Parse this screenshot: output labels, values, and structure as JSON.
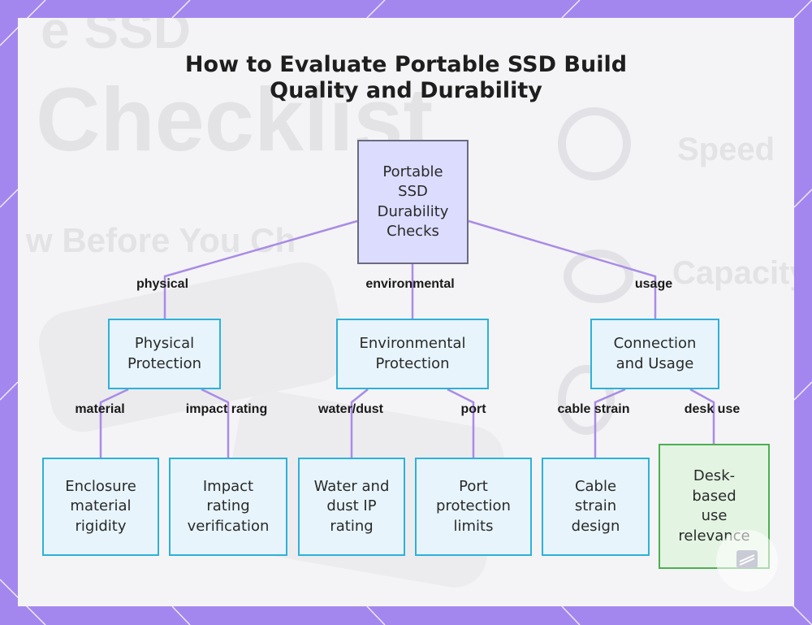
{
  "title_lines": [
    "How to Evaluate Portable SSD Build",
    "Quality and Durability"
  ],
  "background_text": {
    "big_word": "Checklist",
    "partial_top": "e SSD",
    "subtitle": "w Before You Ch",
    "side_words": [
      "Speed",
      "Capacity"
    ]
  },
  "colors": {
    "frame": "#a487ee",
    "root_fill": "#dcdcff",
    "node_fill": "#e7f4fc",
    "node_border": "#2db1d9",
    "highlight_fill": "#e3f4e3",
    "highlight_border": "#4caf50",
    "connector": "#a98be6"
  },
  "nodes": {
    "root": [
      "Portable",
      "SSD",
      "Durability",
      "Checks"
    ],
    "physical": [
      "Physical",
      "Protection"
    ],
    "environmental": [
      "Environmental",
      "Protection"
    ],
    "usage": [
      "Connection",
      "and Usage"
    ],
    "enclosure": [
      "Enclosure",
      "material",
      "rigidity"
    ],
    "impact": [
      "Impact",
      "rating",
      "verification"
    ],
    "water": [
      "Water and",
      "dust IP",
      "rating"
    ],
    "port": [
      "Port",
      "protection",
      "limits"
    ],
    "cable": [
      "Cable",
      "strain",
      "design"
    ],
    "desk": [
      "Desk-",
      "based",
      "use",
      "relevance"
    ]
  },
  "edge_labels": {
    "physical": "physical",
    "environmental": "environmental",
    "usage": "usage",
    "material": "material",
    "impact_rating": "impact rating",
    "water_dust": "water/dust",
    "port": "port",
    "cable_strain": "cable strain",
    "desk_use": "desk use"
  },
  "badge_icon": "logo-icon"
}
